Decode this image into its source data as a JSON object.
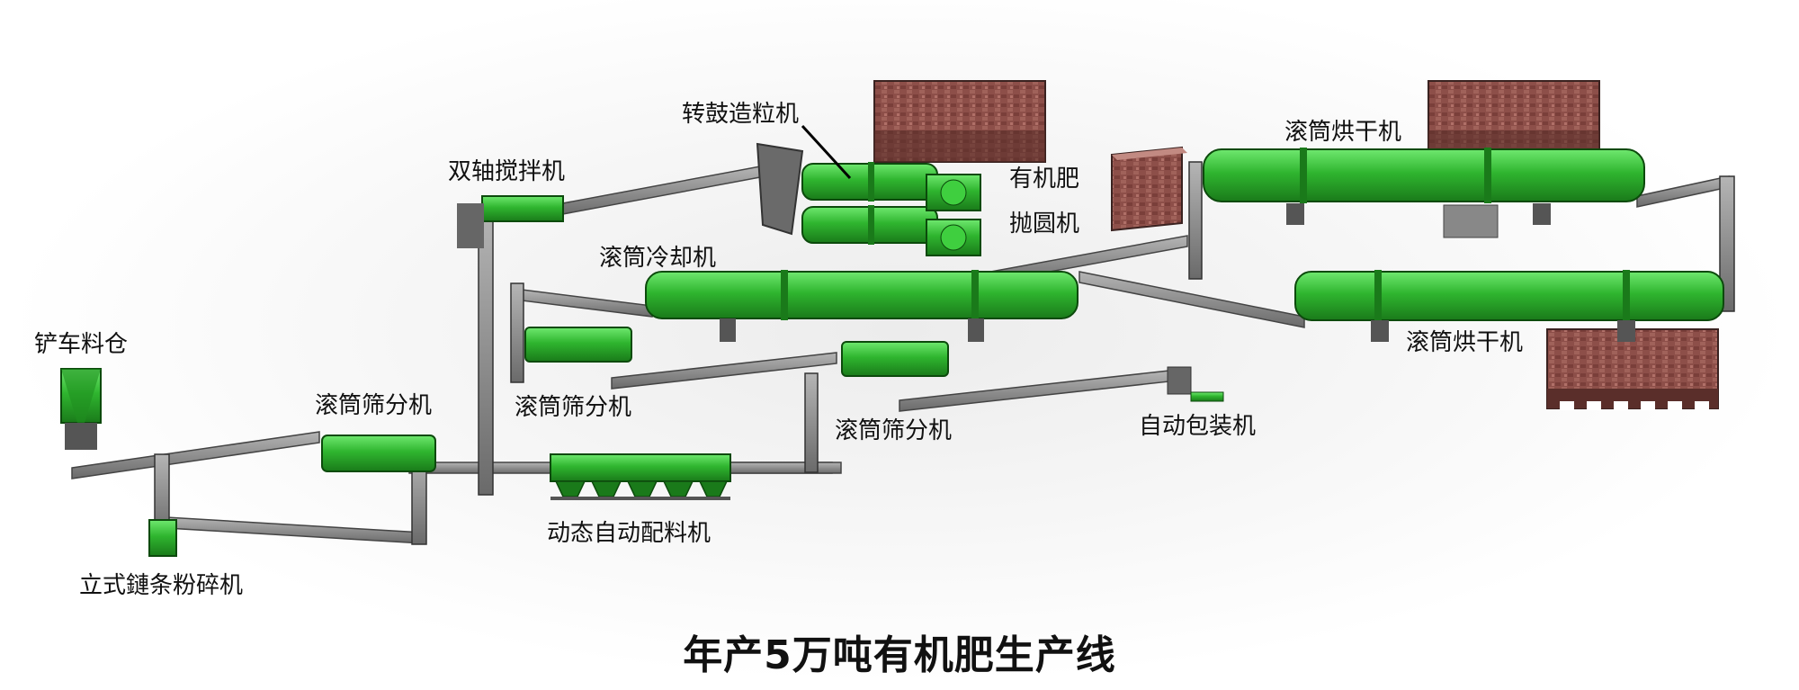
{
  "title": "年产5万吨有机肥生产线",
  "equipment_labels": {
    "shovel_hopper": "铲车料仓",
    "vertical_chain_crusher": "立式鏈条粉碎机",
    "drum_screener_1": "滚筒筛分机",
    "double_shaft_mixer": "双轴搅拌机",
    "drum_screener_2": "滚筒筛分机",
    "dynamic_batching": "动态自动配料机",
    "drum_cooler": "滚筒冷却机",
    "rotary_drum_granulator": "转鼓造粒机",
    "organic_fertilizer_polisher_line1": "有机肥",
    "organic_fertilizer_polisher_line2": "抛圆机",
    "drum_screener_3": "滚筒筛分机",
    "auto_packing": "自动包装机",
    "drum_dryer_top": "滚筒烘干机",
    "drum_dryer_bottom": "滚筒烘干机"
  },
  "colors": {
    "machine_green": "#2fb52f",
    "machine_green_dark": "#1a7a1a",
    "conveyor_gray": "#8a8a8a",
    "brick_red": "#8a4a44"
  }
}
